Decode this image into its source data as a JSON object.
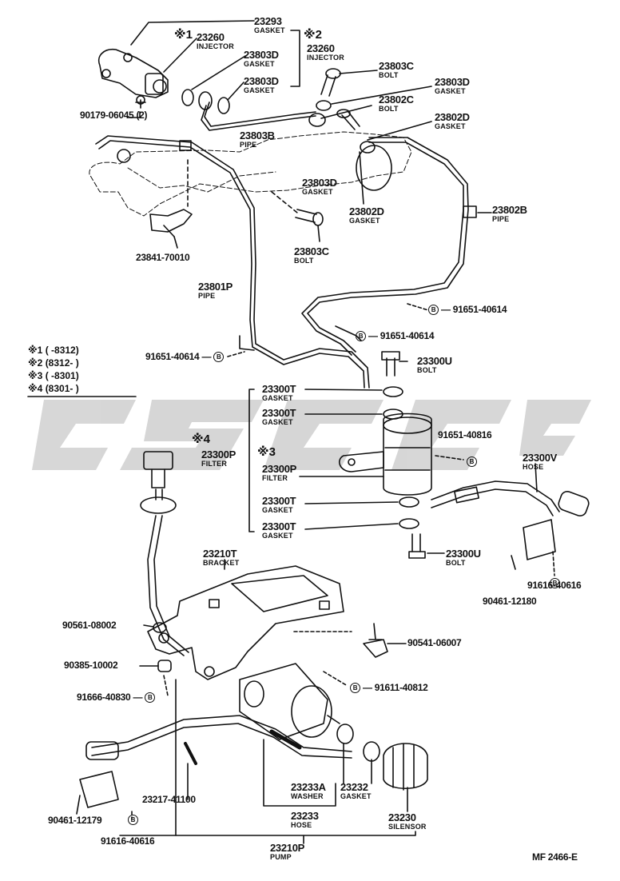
{
  "diagram": {
    "footer_code": "MF 2466-E",
    "watermark": "CSCC",
    "legend": [
      {
        "mark": "※1",
        "range": "(      -8312)"
      },
      {
        "mark": "※2",
        "range": "(8312-       )"
      },
      {
        "mark": "※3",
        "range": "(      -8301)"
      },
      {
        "mark": "※4",
        "range": "(8301-       )"
      }
    ],
    "parts": [
      {
        "id": "p23293",
        "num": "23293",
        "name": "GASKET"
      },
      {
        "id": "p23260a",
        "num": "23260",
        "name": "INJECTOR",
        "mark": "※1"
      },
      {
        "id": "p23260b",
        "num": "23260",
        "name": "INJECTOR",
        "mark": "※2"
      },
      {
        "id": "p23803d1",
        "num": "23803D",
        "name": "GASKET"
      },
      {
        "id": "p23803d2",
        "num": "23803D",
        "name": "GASKET"
      },
      {
        "id": "p23803c1",
        "num": "23803C",
        "name": "BOLT"
      },
      {
        "id": "p23803d3",
        "num": "23803D",
        "name": "GASKET"
      },
      {
        "id": "p23802c",
        "num": "23802C",
        "name": "BOLT"
      },
      {
        "id": "p23802d1",
        "num": "23802D",
        "name": "GASKET"
      },
      {
        "id": "p90179",
        "num": "90179-06045 (2)",
        "name": ""
      },
      {
        "id": "p23803b",
        "num": "23803B",
        "name": "PIPE"
      },
      {
        "id": "p23803d4",
        "num": "23803D",
        "name": "GASKET"
      },
      {
        "id": "p23802d2",
        "num": "23802D",
        "name": "GASKET"
      },
      {
        "id": "p23802b",
        "num": "23802B",
        "name": "PIPE"
      },
      {
        "id": "p23841",
        "num": "23841-70010",
        "name": ""
      },
      {
        "id": "p23803c2",
        "num": "23803C",
        "name": "BOLT"
      },
      {
        "id": "p23801p",
        "num": "23801P",
        "name": "PIPE"
      },
      {
        "id": "p91651a",
        "num": "91651-40614",
        "name": ""
      },
      {
        "id": "p91651b",
        "num": "91651-40614",
        "name": ""
      },
      {
        "id": "p91651c",
        "num": "91651-40614",
        "name": ""
      },
      {
        "id": "p23300u1",
        "num": "23300U",
        "name": "BOLT"
      },
      {
        "id": "p23300t1",
        "num": "23300T",
        "name": "GASKET"
      },
      {
        "id": "p23300t2",
        "num": "23300T",
        "name": "GASKET"
      },
      {
        "id": "p91651d",
        "num": "91651-40816",
        "name": ""
      },
      {
        "id": "p23300p1",
        "num": "23300P",
        "name": "FILTER",
        "mark": "※4"
      },
      {
        "id": "p23300p2",
        "num": "23300P",
        "name": "FILTER",
        "mark": "※3"
      },
      {
        "id": "p23300v",
        "num": "23300V",
        "name": "HOSE"
      },
      {
        "id": "p23300t3",
        "num": "23300T",
        "name": "GASKET"
      },
      {
        "id": "p23300t4",
        "num": "23300T",
        "name": "GASKET"
      },
      {
        "id": "p23300u2",
        "num": "23300U",
        "name": "BOLT"
      },
      {
        "id": "p23210t",
        "num": "23210T",
        "name": "BRACKET"
      },
      {
        "id": "p91616a",
        "num": "91616-40616",
        "name": ""
      },
      {
        "id": "p90461a",
        "num": "90461-12180",
        "name": ""
      },
      {
        "id": "p90561",
        "num": "90561-08002",
        "name": ""
      },
      {
        "id": "p90541",
        "num": "90541-06007",
        "name": ""
      },
      {
        "id": "p90385",
        "num": "90385-10002",
        "name": ""
      },
      {
        "id": "p91611",
        "num": "91611-40812",
        "name": ""
      },
      {
        "id": "p91666",
        "num": "91666-40830",
        "name": ""
      },
      {
        "id": "p23217",
        "num": "23217-41100",
        "name": ""
      },
      {
        "id": "p23233a",
        "num": "23233A",
        "name": "WASHER"
      },
      {
        "id": "p23232",
        "num": "23232",
        "name": "GASKET"
      },
      {
        "id": "p90461b",
        "num": "90461-12179",
        "name": ""
      },
      {
        "id": "p23233",
        "num": "23233",
        "name": "HOSE"
      },
      {
        "id": "p23230",
        "num": "23230",
        "name": "SILENSOR"
      },
      {
        "id": "p91616b",
        "num": "91616-40616",
        "name": ""
      },
      {
        "id": "p23210p",
        "num": "23210P",
        "name": "PUMP"
      }
    ],
    "circle_symbol": "B"
  }
}
